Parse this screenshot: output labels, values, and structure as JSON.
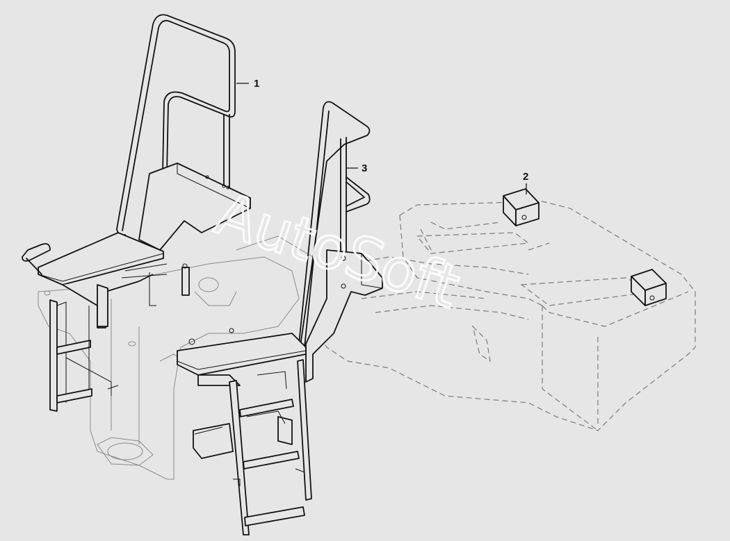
{
  "diagram": {
    "watermark": "AutoSoft",
    "callouts": [
      {
        "id": "callout-1",
        "label": "1"
      },
      {
        "id": "callout-2",
        "label": "2"
      },
      {
        "id": "callout-3",
        "label": "3"
      }
    ],
    "background_color": "#e6e6e6",
    "line_color": "#111111",
    "ghost_line_color": "#7a7a7a"
  }
}
